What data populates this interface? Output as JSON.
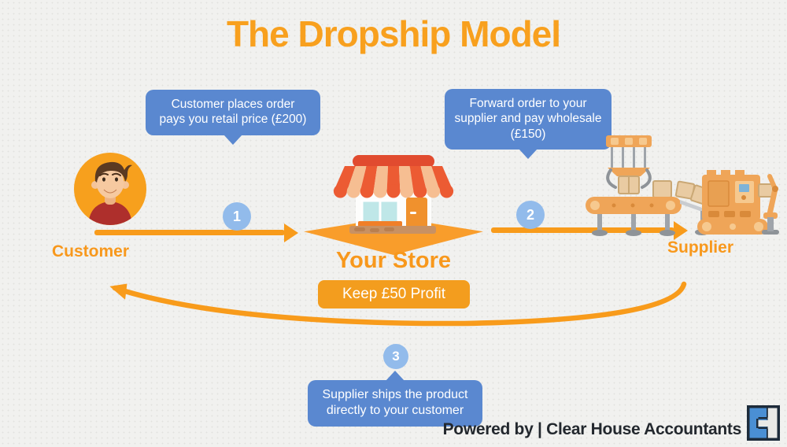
{
  "title": "The Dropship Model",
  "callouts": {
    "step1": {
      "lines": [
        "Customer places order",
        "pays you retail price (£200)"
      ]
    },
    "step2": {
      "lines": [
        "Forward order to your",
        "supplier and pay wholesale",
        "(£150)"
      ]
    },
    "step3": {
      "lines": [
        "Supplier ships the product",
        "directly to your customer"
      ]
    }
  },
  "step_badges": {
    "step1": "1",
    "step2": "2",
    "step3": "3"
  },
  "nodes": {
    "customer": {
      "label": "Customer",
      "icon": "customer-avatar"
    },
    "store": {
      "label": "Your Store",
      "icon": "storefront-icon",
      "profit_badge": "Keep £50 Profit"
    },
    "supplier": {
      "label": "Supplier",
      "icon": "factory-conveyor-icon"
    }
  },
  "footer": {
    "powered_by": "Powered by | Clear House Accountants",
    "logo": "clear-house-accountants-logo"
  },
  "colors": {
    "accent_orange": "#F89B1B",
    "title_orange": "#F8A01E",
    "callout_blue": "#5A88D0",
    "step_circle_blue": "#92BBEB",
    "background": "#F1F1EF",
    "footer_text": "#23282E",
    "logo_navy": "#1D2B3A",
    "logo_blue": "#4A8FD4"
  }
}
